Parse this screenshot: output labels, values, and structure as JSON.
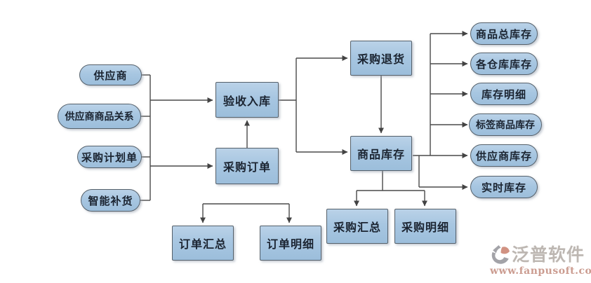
{
  "diagram": {
    "left_pills": {
      "supplier": "供应商",
      "supplier_goods_relation": "供应商商品关系",
      "purchase_plan": "采购计划单",
      "smart_replenishment": "智能补货"
    },
    "process_boxes": {
      "inbound_acceptance": "验收入库",
      "purchase_order": "采购订单",
      "order_summary": "订单汇总",
      "order_detail": "订单明细",
      "purchase_return": "采购退货",
      "goods_inventory": "商品库存",
      "purchase_summary": "采购汇总",
      "purchase_detail": "采购明细"
    },
    "right_pills": {
      "total_goods_inventory": "商品总库存",
      "per_warehouse_inventory": "各仓库库存",
      "inventory_detail": "库存明细",
      "tagged_goods_inventory": "标签商品库存",
      "supplier_inventory": "供应商库存",
      "realtime_inventory": "实时库存"
    },
    "colors": {
      "node_fill_top": "#bad2e8",
      "node_fill_bottom": "#9cbedb",
      "node_border": "#55606a",
      "connector": "#4a4a4a",
      "label_text": "#1b2431",
      "watermark_gray": "#b2aba5",
      "watermark_red": "#c28b7d",
      "logo_salmon": "#c97f6d",
      "logo_gray": "#93939a"
    }
  },
  "watermark": {
    "brand": "泛普软件",
    "url": "www.fanpusoft.com"
  }
}
